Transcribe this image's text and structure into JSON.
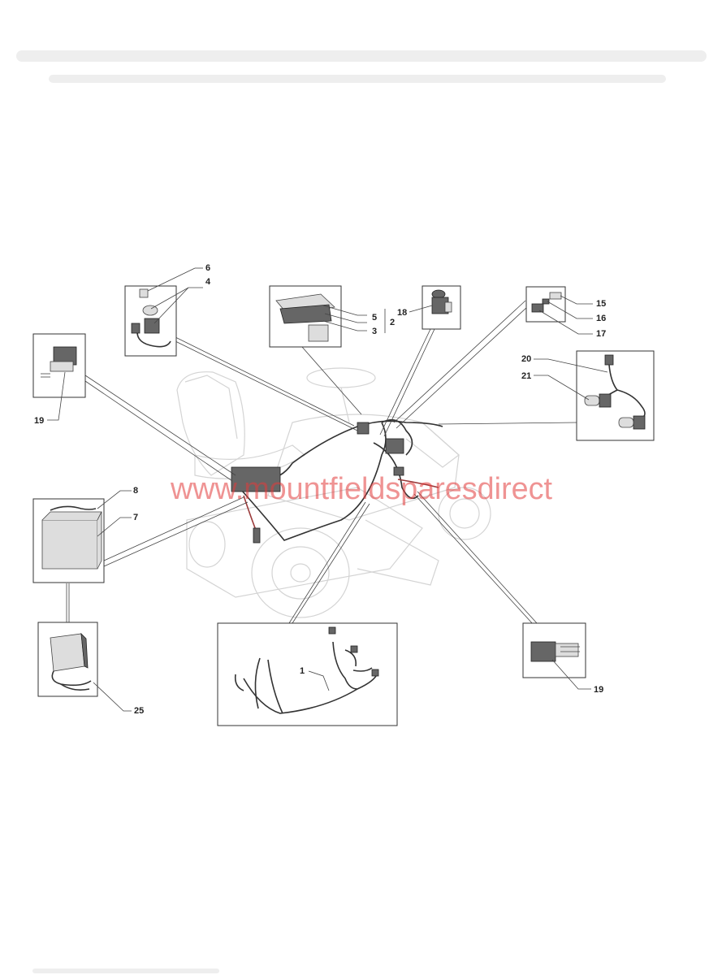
{
  "watermark": "www.mountfieldsparesdirect",
  "callouts": {
    "c1": "1",
    "c2": "2",
    "c3": "3",
    "c4": "4",
    "c5": "5",
    "c6": "6",
    "c7": "7",
    "c8": "8",
    "c15": "15",
    "c16": "16",
    "c17": "17",
    "c18": "18",
    "c19a": "19",
    "c19b": "19",
    "c20": "20",
    "c21": "21",
    "c25": "25"
  },
  "colors": {
    "watermark": "#e23b3b",
    "line": "#333333",
    "ghost_tractor": "#d4d4d4"
  }
}
